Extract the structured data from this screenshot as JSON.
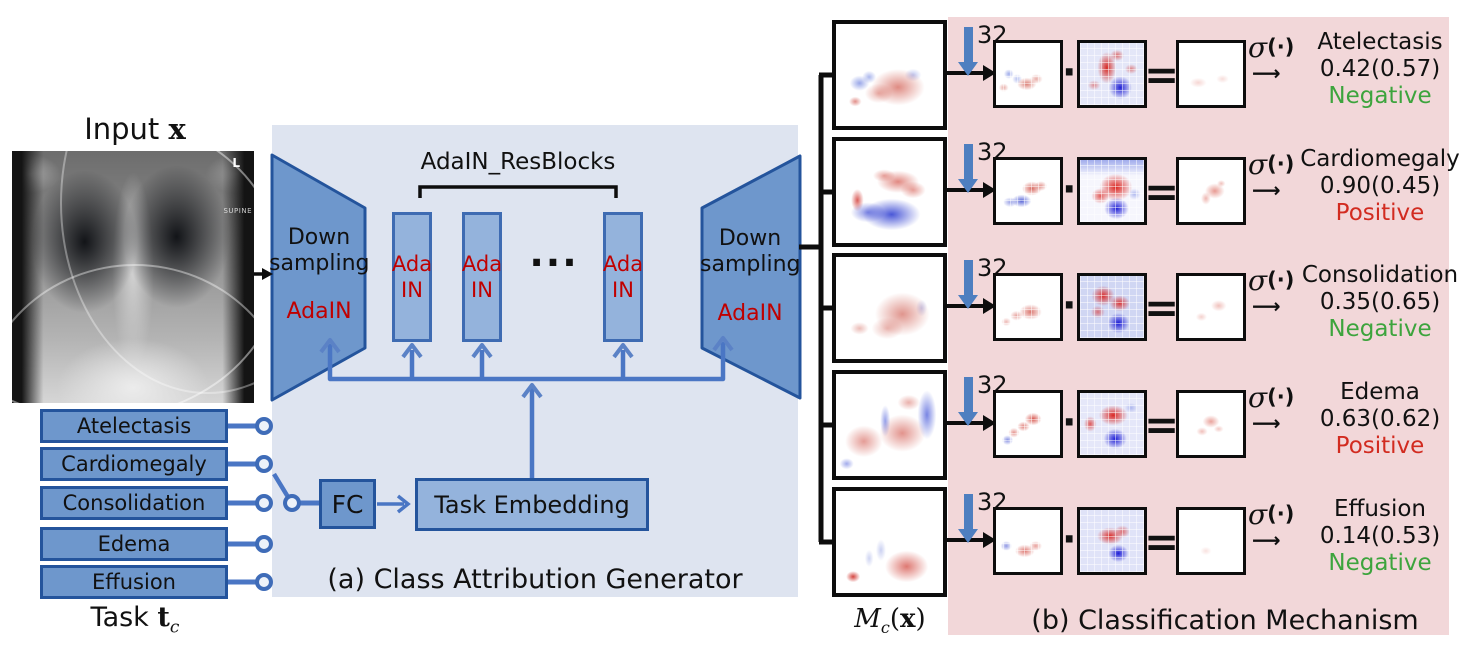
{
  "input": {
    "title": {
      "prefix": "Input",
      "symbol": "x"
    },
    "xray": {
      "marker": "L",
      "side_label": "SUPINE"
    }
  },
  "task_selector": {
    "items": [
      "Atelectasis",
      "Cardiomegaly",
      "Consolidation",
      "Edema",
      "Effusion"
    ],
    "caption": {
      "prefix": "Task",
      "symbol": "t",
      "subscript": "c"
    }
  },
  "generator_panel": {
    "caption": "(a) Class Attribution Generator",
    "downsampling_left": {
      "title_line1": "Down",
      "title_line2": "sampling",
      "norm_label": "AdaIN"
    },
    "downsampling_right": {
      "title_line1": "Down",
      "title_line2": "sampling",
      "norm_label": "AdaIN"
    },
    "resblocks_bracket_label": "AdaIN_ResBlocks",
    "adain_block": {
      "line1": "Ada",
      "line2": "IN"
    },
    "ellipsis": "...",
    "fc_label": "FC",
    "task_embedding_label": "Task Embedding"
  },
  "classifier_panel": {
    "caption": "(b) Classification Mechanism",
    "maps_label": {
      "base": "M",
      "subscript": "c",
      "open": "(",
      "argument": "x",
      "close": ")"
    },
    "channel_count": "32",
    "dot_operator": "·",
    "equals_operator": "=",
    "sigma": {
      "symbol": "σ",
      "argument": "(·)",
      "arrow": "⟶"
    },
    "rows": [
      {
        "class_name": "Atelectasis",
        "score": "0.42(0.57)",
        "verdict": "Negative",
        "verdict_color": "#3da43d"
      },
      {
        "class_name": "Cardiomegaly",
        "score": "0.90(0.45)",
        "verdict": "Positive",
        "verdict_color": "#d22b20"
      },
      {
        "class_name": "Consolidation",
        "score": "0.35(0.65)",
        "verdict": "Negative",
        "verdict_color": "#3da43d"
      },
      {
        "class_name": "Edema",
        "score": "0.63(0.62)",
        "verdict": "Positive",
        "verdict_color": "#d22b20"
      },
      {
        "class_name": "Effusion",
        "score": "0.14(0.53)",
        "verdict": "Negative",
        "verdict_color": "#3da43d"
      }
    ]
  },
  "palette": {
    "panel_gray": "#dee4f0",
    "panel_pink": "#f2d7d9",
    "box_blue": "#6e97cc",
    "box_blue_light": "#94b3dc",
    "box_border_blue": "#24549c",
    "arrow_blue": "#4a76c4",
    "channel_arrow_blue": "#4e7fc0",
    "adain_text_red": "#c00000",
    "positive_red": "#d22b20",
    "negative_green": "#3da43d"
  }
}
